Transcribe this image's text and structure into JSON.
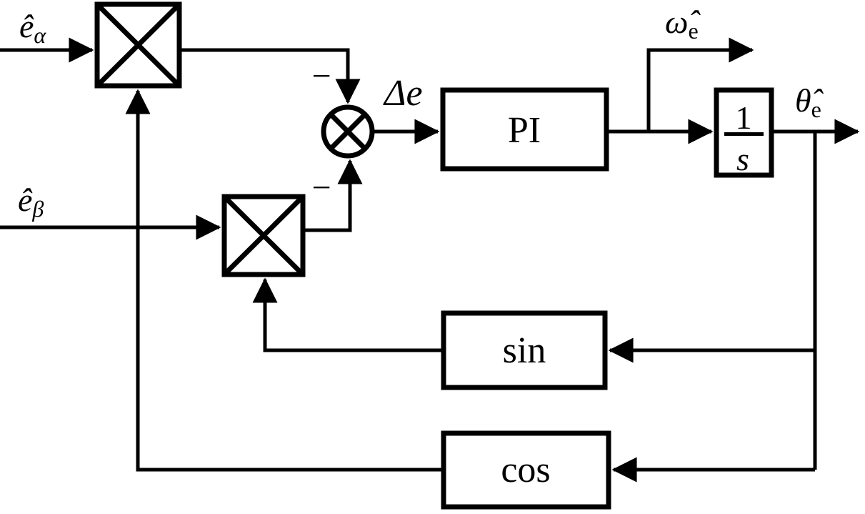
{
  "colors": {
    "ink": "#000000",
    "background": "#ffffff"
  },
  "labels": {
    "input_alpha": {
      "base": "ê",
      "sub": "α"
    },
    "input_beta": {
      "base": "ê",
      "sub": "β"
    },
    "minus_top": "−",
    "minus_bottom": "−",
    "error_signal": "Δe",
    "pi_block": "PI",
    "speed_output": {
      "base": "ω̂",
      "sub": "e"
    },
    "integrator_block": {
      "numerator": "1",
      "denominator": "s"
    },
    "angle_output": {
      "base": "θ̂",
      "sub": "e"
    },
    "sin_block": "sin",
    "cos_block": "cos"
  }
}
